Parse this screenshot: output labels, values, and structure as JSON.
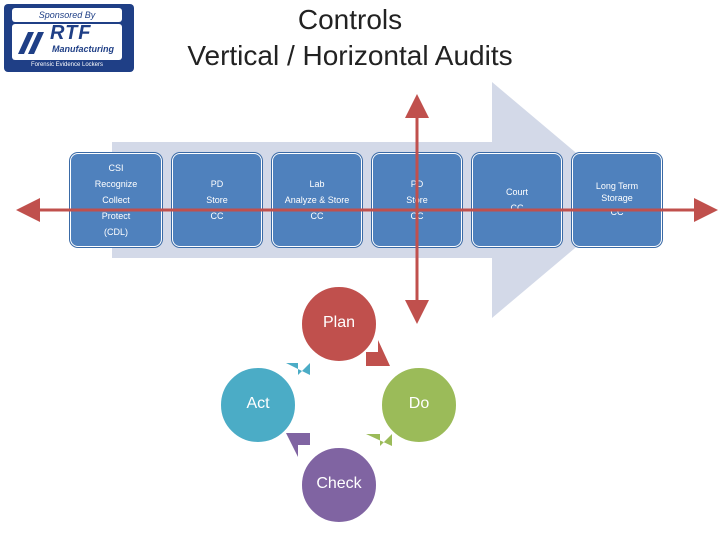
{
  "logo": {
    "sponsor_text": "Sponsored By",
    "brand_text": "RTF",
    "brand_sub": "Manufacturing",
    "tagline": "Forensic Evidence Lockers"
  },
  "title": {
    "line1": "Controls",
    "line2": "Vertical / Horizontal Audits"
  },
  "process_boxes": [
    {
      "lines": [
        "CSI",
        "Recognize",
        "Collect",
        "Protect",
        "(CDL)"
      ]
    },
    {
      "lines": [
        "PD",
        "Store",
        "CC"
      ]
    },
    {
      "lines": [
        "Lab",
        "Analyze & Store",
        "CC"
      ]
    },
    {
      "lines": [
        "PD",
        "Store",
        "CC"
      ]
    },
    {
      "lines": [
        "Court",
        "CC"
      ]
    },
    {
      "lines": [
        "Long Term",
        "Storage",
        "CC"
      ]
    }
  ],
  "cycle": {
    "plan": "Plan",
    "do": "Do",
    "check": "Check",
    "act": "Act"
  },
  "colors": {
    "box": "#4f81bd",
    "big_arrow": "#d3d9e8",
    "audit_arrow": "#c0504d",
    "plan": "#c0504d",
    "do": "#9bbb59",
    "check": "#8064a2",
    "act": "#4bacc6"
  }
}
